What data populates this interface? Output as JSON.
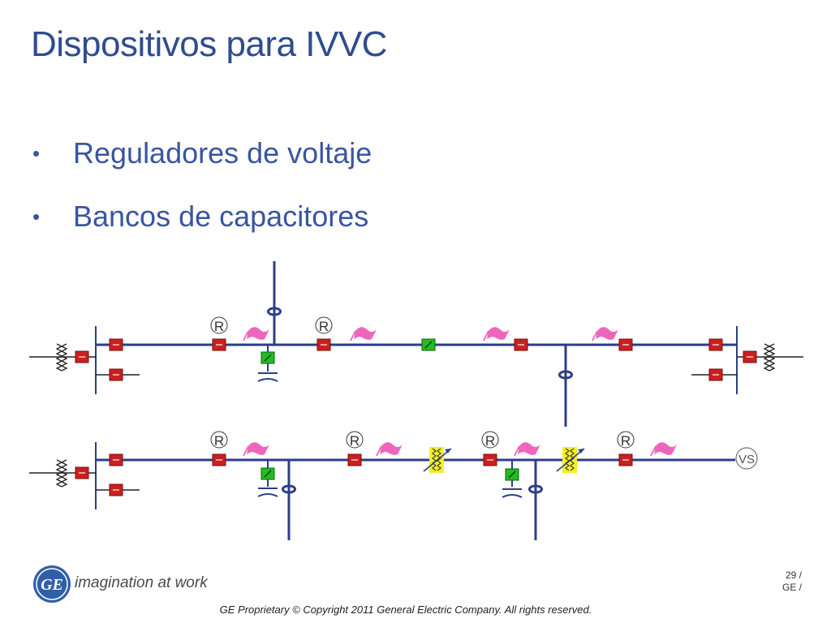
{
  "slide": {
    "title": "Dispositivos para IVVC",
    "bullets": [
      {
        "symbol": "•",
        "text": "Reguladores de voltaje"
      },
      {
        "symbol": "•",
        "text": "Bancos de capacitores"
      }
    ]
  },
  "diagram": {
    "relay_label": "R",
    "vs_label": "VS",
    "colors": {
      "line": "#2c3e87",
      "breaker_open": "#cc1f1f",
      "breaker_closed": "#22bb22",
      "flag": "#ee66bb",
      "regulator": "#f2ee2a"
    }
  },
  "footer": {
    "logo_text": "GE",
    "tagline": "imagination at work",
    "page": "29 /",
    "page_sub": "GE  /",
    "copyright": "GE Proprietary © Copyright 2011 General Electric Company. All rights reserved."
  }
}
